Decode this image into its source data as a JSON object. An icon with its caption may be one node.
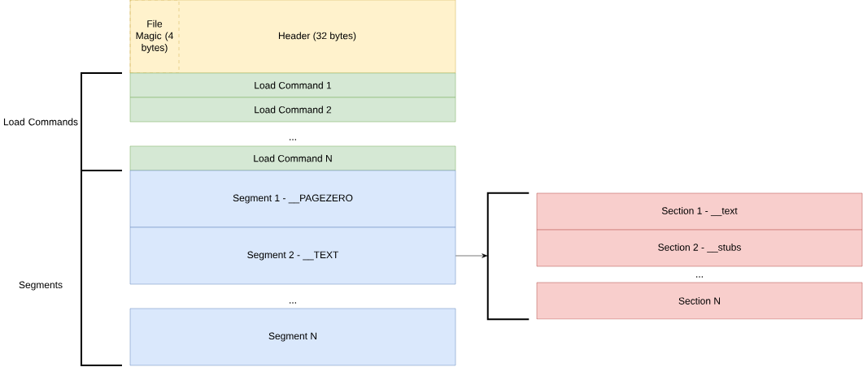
{
  "diagram": {
    "nodes": [
      {
        "text": [
          "Header (32 bytes)"
        ]
      },
      {
        "text": [
          "File Magic (4 bytes)"
        ],
        "in": 0
      },
      {
        "text": [
          "Load Command 1"
        ]
      },
      {
        "text": [
          "Load Command 2"
        ]
      },
      {
        "text": [
          "Load Command N"
        ]
      },
      {
        "text": [
          "Segment 1 - __PAGEZERO"
        ]
      },
      {
        "text": [
          "Segment 2 - __TEXT"
        ]
      },
      {
        "text": [
          "Segment N"
        ]
      },
      {
        "text": [],
        "shape": "bracket"
      },
      {
        "text": [
          "Section 1 - __text"
        ]
      },
      {
        "text": [
          "Section 2 - __stubs"
        ]
      },
      {
        "text": [
          "Section N"
        ]
      }
    ],
    "edges": [
      {
        "from": 6,
        "to": 8,
        "arrow": "to"
      }
    ],
    "labels": [
      "Load Commands",
      "...",
      "Segments",
      "...",
      "..."
    ]
  }
}
